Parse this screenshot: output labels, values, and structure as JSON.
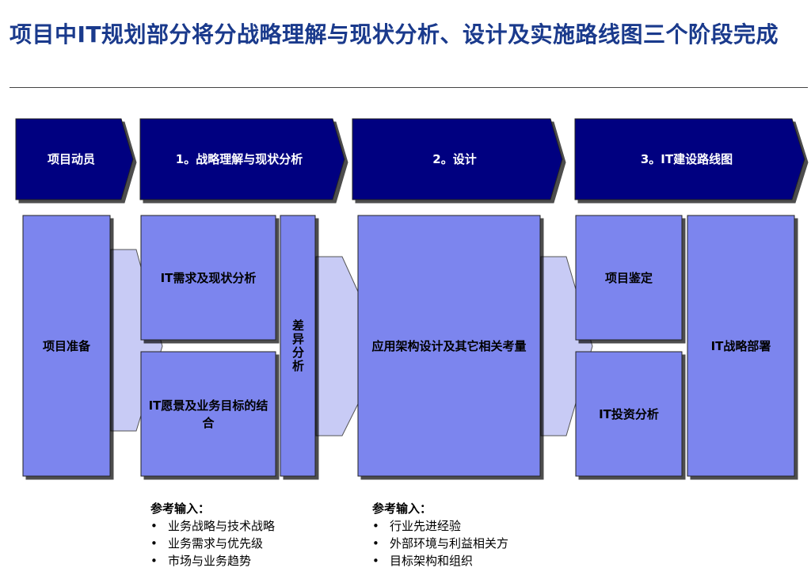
{
  "title": "项目中IT规划部分将分战略理解与现状分析、设计及实施路线图三个阶段完成",
  "phases": [
    {
      "label": "项目动员"
    },
    {
      "label": "1。战略理解与现状分析"
    },
    {
      "label": "2。设计"
    },
    {
      "label": "3。IT建设路线图"
    }
  ],
  "boxes": {
    "project_prep": "项目准备",
    "it_needs": "IT需求及现状分析",
    "it_vision": "IT愿景及业务目标的结合",
    "gap_analysis": "差异分析",
    "app_arch": "应用架构设计及其它相关考量",
    "project_assess": "项目鉴定",
    "it_invest": "IT投资分析",
    "it_deploy": "IT战略部署"
  },
  "references": [
    {
      "heading": "参考输入：",
      "items": [
        "业务战略与技术战略",
        "业务需求与优先级",
        "市场与业务趋势"
      ]
    },
    {
      "heading": "参考输入：",
      "items": [
        "行业先进经验",
        "外部环境与利益相关方",
        "目标架构和组织"
      ]
    }
  ],
  "colors": {
    "title": "#1a3a8c",
    "phase_fill": "#000080",
    "box_fill": "#7b85ee",
    "connector_fill": "#c8cbf5"
  }
}
